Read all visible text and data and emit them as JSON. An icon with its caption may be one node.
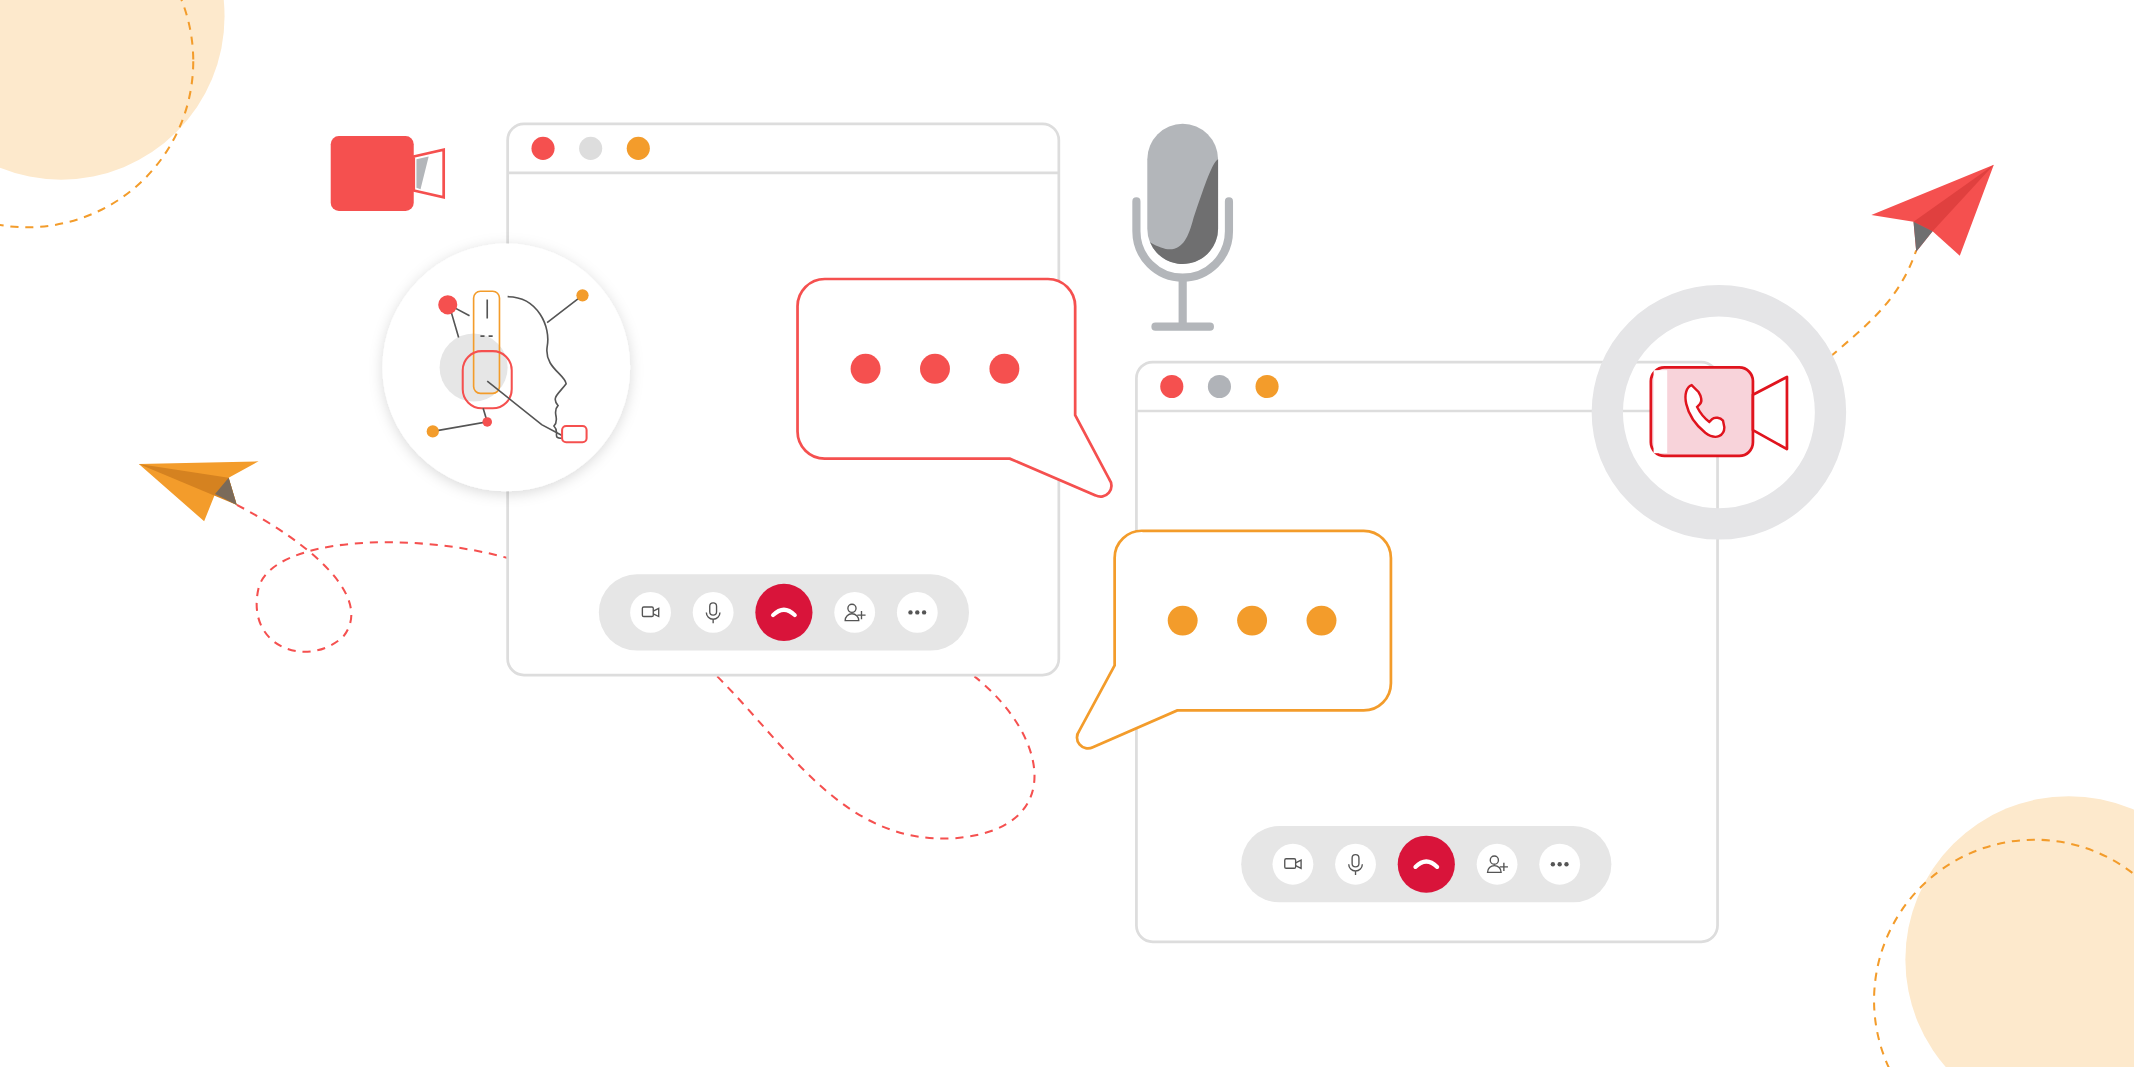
{
  "diagram": {
    "nodes": [
      {
        "text": [],
        "shape": "picture"
      },
      {
        "text": [],
        "shape": "box"
      },
      {
        "text": [],
        "shape": "box"
      },
      {
        "text": [],
        "shape": "picture"
      },
      {
        "text": [],
        "shape": "picture"
      }
    ],
    "edges": [
      {
        "from": 0,
        "to": 1,
        "arrow": "none",
        "style": "dashed",
        "color": "#f5504f"
      },
      {
        "from": 3,
        "to": 4,
        "arrow": "none",
        "style": "dashed",
        "color": "#f39c2b"
      }
    ]
  }
}
